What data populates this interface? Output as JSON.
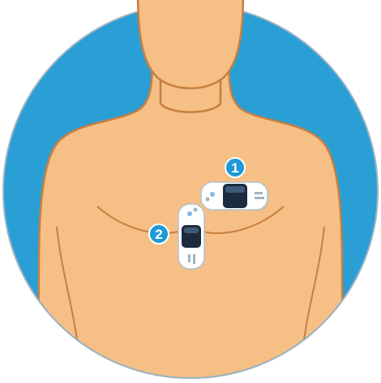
{
  "colors": {
    "background": "#2a9fd6",
    "skin": "#f5bf86",
    "skin_shadow": "#e8a568",
    "outline": "#c77f3e",
    "badge": "#1f9ad6",
    "device_body": "#ffffff",
    "device_screen": "#1d2b3e"
  },
  "placements": [
    {
      "number": "1",
      "orientation": "horizontal"
    },
    {
      "number": "2",
      "orientation": "vertical"
    }
  ]
}
